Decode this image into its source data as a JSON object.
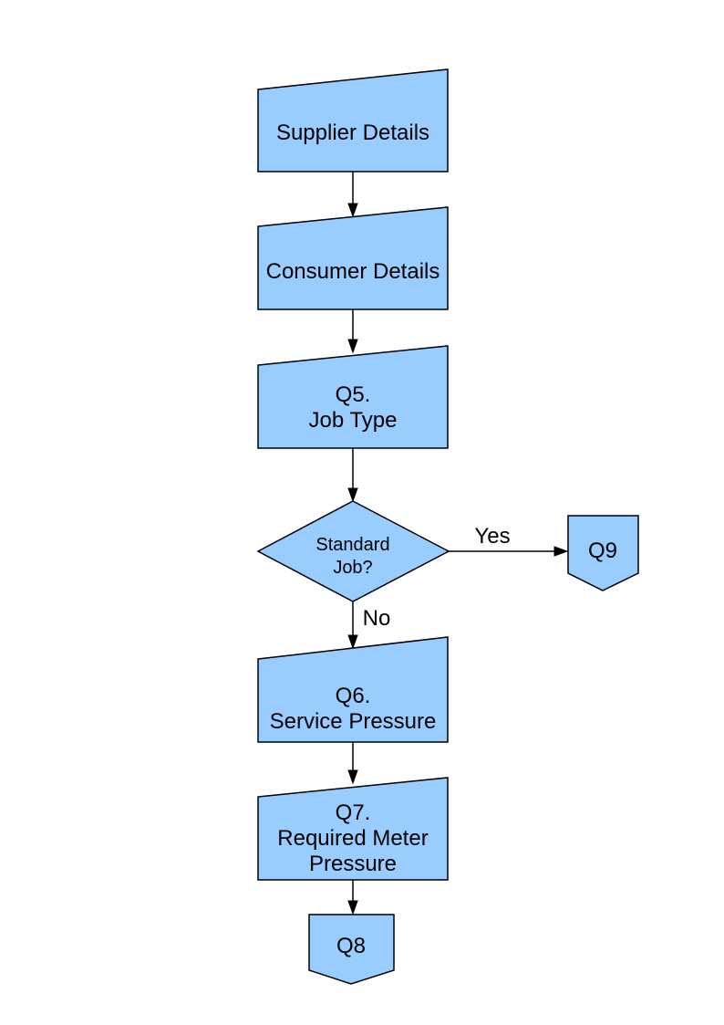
{
  "colors": {
    "page_background": "#FFFFFF",
    "shape_fill": "#99CCFF",
    "shape_stroke": "#000000",
    "connector": "#000000",
    "text": "#000000"
  },
  "flowchart": {
    "nodes": {
      "supplier": {
        "type": "manual-input",
        "lines": [
          "Supplier Details"
        ]
      },
      "consumer": {
        "type": "manual-input",
        "lines": [
          "Consumer Details"
        ]
      },
      "q5": {
        "type": "manual-input",
        "lines": [
          "Q5.",
          "Job Type"
        ]
      },
      "standard_job": {
        "type": "decision",
        "lines": [
          "Standard",
          "Job?"
        ]
      },
      "q9": {
        "type": "off-page-connector",
        "lines": [
          "Q9"
        ]
      },
      "q6": {
        "type": "manual-input",
        "lines": [
          "Q6.",
          "Service Pressure"
        ]
      },
      "q7": {
        "type": "manual-input",
        "lines": [
          "Q7.",
          "Required Meter",
          "Pressure"
        ]
      },
      "q8": {
        "type": "off-page-connector",
        "lines": [
          "Q8"
        ]
      }
    },
    "edge_labels": {
      "yes": "Yes",
      "no": "No"
    }
  }
}
